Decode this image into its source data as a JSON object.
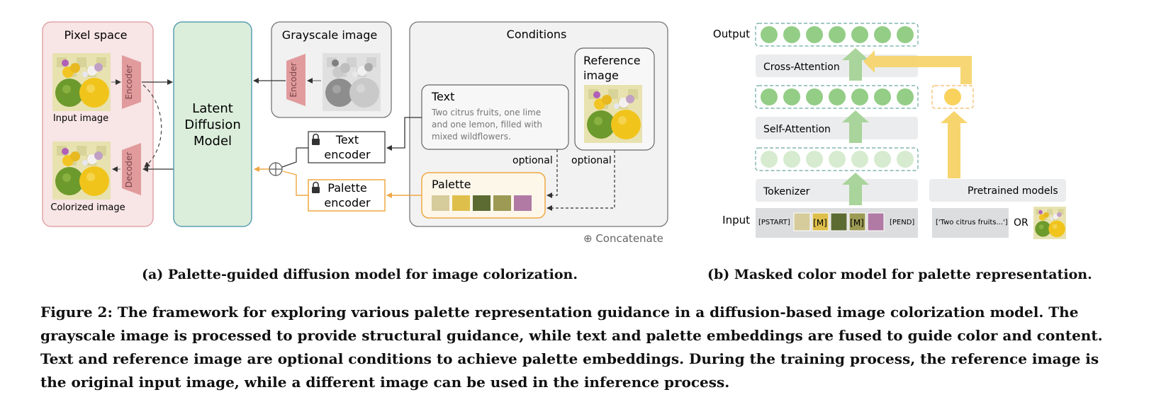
{
  "panel_a": {
    "pixel_space": "Pixel space",
    "encoder": "Encoder",
    "decoder": "Decoder",
    "input_image": "Input image",
    "colorized_image": "Colorized image",
    "ldm": [
      "Latent",
      "Diffusion",
      "Model"
    ],
    "grayscale_image": "Grayscale image",
    "conditions": "Conditions",
    "text_title": "Text",
    "text_body": [
      "Two citrus fruits, one lime",
      "and one lemon, filled with",
      "mixed wildflowers."
    ],
    "reference_image": [
      "Reference",
      "image"
    ],
    "optional": "optional",
    "palette": "Palette",
    "text_encoder": [
      "Text",
      "encoder"
    ],
    "palette_encoder": [
      "Palette",
      "encoder"
    ],
    "concatenate": "⊕ Concatenate",
    "colors": {
      "pixel_bg": "#f8e5e6",
      "pixel_border": "#e0a5a9",
      "coder": "#e19b9d",
      "ldm_bg": "#dbeedb",
      "ldm_border": "#5a9fb0",
      "gray_bg": "#f1f1f1",
      "gray_border": "#777777",
      "palette_border": "#f0a744",
      "palette_bg": "#fdf7ea",
      "palette_swatches": [
        "#d6cb9b",
        "#dfbf4c",
        "#5c6b32",
        "#9c9a54",
        "#b07aa5"
      ]
    }
  },
  "panel_b": {
    "output": "Output",
    "input": "Input",
    "cross_attention": "Cross-Attention",
    "self_attention": "Self-Attention",
    "tokenizer": "Tokenizer",
    "pretrained_models": "Pretrained models",
    "pstart": "[PSTART]",
    "pend": "[PEND]",
    "mask": "[M]",
    "text_prompt": "['Two citrus fruits...']",
    "or": "OR",
    "colors": {
      "token_green": "#93cd86",
      "token_green_light": "#d6ebcf",
      "arrow_green": "#a9d49b",
      "arrow_yellow": "#f7d56e",
      "token_yellow": "#f9d25d",
      "layer_bg": "#ebeced"
    }
  },
  "subcaption_a": "(a) Palette-guided diffusion model for image colorization.",
  "subcaption_b": "(b) Masked color model for palette representation.",
  "caption": "Figure 2: The framework for exploring various palette representation guidance in a diffusion-based image colorization model. The grayscale image is processed to provide structural guidance, while text and palette embeddings are fused to guide color and content. Text and reference image are optional conditions to achieve palette embeddings. During the training process, the reference image is the original input image, while a different image can be used in the inference process."
}
